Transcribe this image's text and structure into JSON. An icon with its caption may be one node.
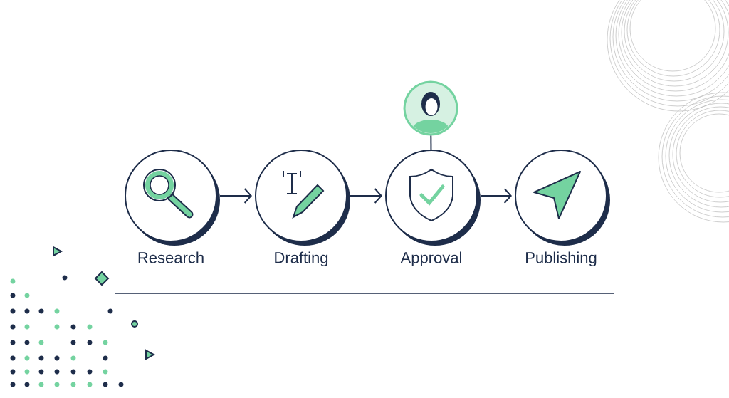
{
  "diagram": {
    "nodes": [
      {
        "text": [
          "Research"
        ]
      },
      {
        "text": [
          "Drafting"
        ]
      },
      {
        "text": [
          "Approval"
        ]
      },
      {
        "text": [
          "Publishing"
        ]
      },
      {
        "text": [],
        "shape": "person"
      }
    ],
    "edges": [
      {
        "from": 0,
        "to": 1,
        "arrow": "to"
      },
      {
        "from": 1,
        "to": 2,
        "arrow": "to"
      },
      {
        "from": 2,
        "to": 3,
        "arrow": "to"
      },
      {
        "from": 4,
        "to": 2,
        "arrow": "none"
      }
    ]
  }
}
